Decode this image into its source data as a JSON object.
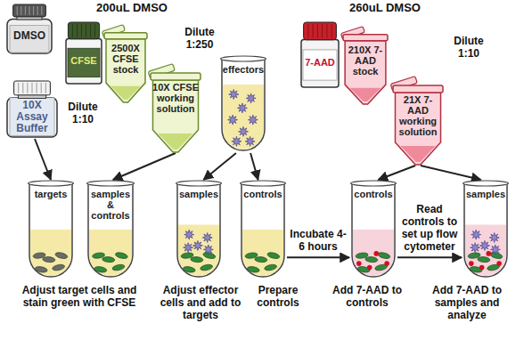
{
  "diagram": {
    "nodes": [
      {
        "text": [
          "DMSO"
        ]
      },
      {
        "text": [
          "10X Assay Buffer"
        ]
      },
      {
        "text": [
          "200uL DMSO",
          "CFSE"
        ]
      },
      {
        "text": [
          "2500X CFSE stock"
        ]
      },
      {
        "text": [
          "10X CFSE working solution"
        ]
      },
      {
        "text": [
          "effectors"
        ]
      },
      {
        "text": [
          "260uL DMSO",
          "7-AAD"
        ]
      },
      {
        "text": [
          "210X 7-AAD stock"
        ]
      },
      {
        "text": [
          "21X 7-AAD working solution"
        ]
      },
      {
        "text": [
          "targets"
        ]
      },
      {
        "text": [
          "samples & controls"
        ]
      },
      {
        "text": [
          "samples"
        ]
      },
      {
        "text": [
          "controls"
        ]
      },
      {
        "text": [
          "controls"
        ]
      },
      {
        "text": [
          "samples"
        ]
      }
    ],
    "edges": [
      {
        "from": 1,
        "to": 9,
        "arrow": "to"
      },
      {
        "from": 4,
        "to": 10,
        "arrow": "to"
      },
      {
        "from": 5,
        "to": 11,
        "arrow": "to"
      },
      {
        "from": 5,
        "to": 12,
        "arrow": "to"
      },
      {
        "from": 8,
        "to": 13,
        "arrow": "to"
      },
      {
        "from": 8,
        "to": 14,
        "arrow": "to"
      },
      {
        "from": 12,
        "to": 13,
        "label": "Incubate 4-6 hours",
        "arrow": "to"
      },
      {
        "from": 13,
        "to": 14,
        "label": "Read controls to set up flow cytometer",
        "arrow": "to"
      }
    ],
    "labels": [
      "Dilute 1:10",
      "Dilute 1:250",
      "Dilute 1:10",
      "Adjust target cells and stain green with CFSE",
      "Adjust effector cells and add to targets",
      "Prepare controls",
      "Add 7-AAD to controls",
      "Add 7-AAD to samples and analyze"
    ]
  }
}
